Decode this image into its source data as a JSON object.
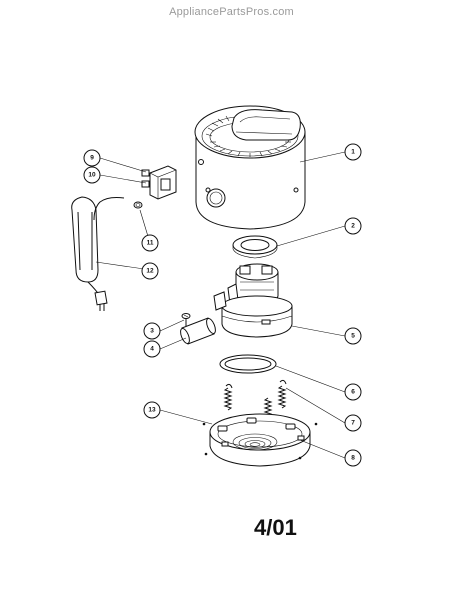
{
  "watermark": "AppliancePartsPros.com",
  "page_label": "4/01",
  "callouts": [
    "1",
    "2",
    "3",
    "4",
    "5",
    "6",
    "7",
    "8",
    "9",
    "10",
    "11",
    "12",
    "13"
  ]
}
